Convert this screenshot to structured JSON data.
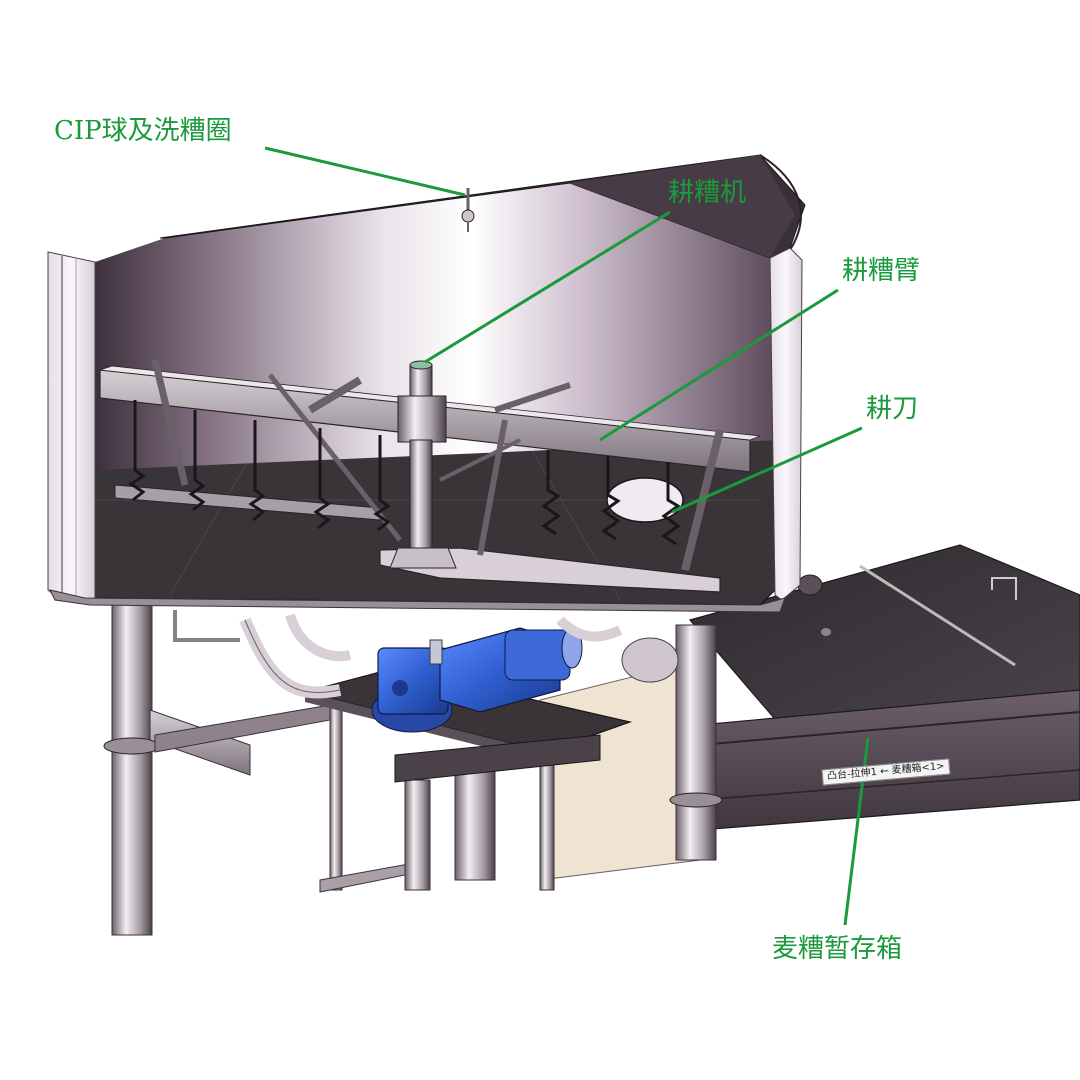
{
  "labels": {
    "cip": "CIP球及洗糟圈",
    "rake": "耕糟机",
    "arm": "耕糟臂",
    "knife": "耕刀",
    "tank": "麦糟暂存箱"
  },
  "drawing_tag": "凸台-拉伸1 ← 麦糟箱<1>",
  "colors": {
    "callout": "#1a9a3c",
    "motor": "#2f5fd0",
    "floor": "#3a3a3a",
    "vessel_wall": "#d8cfdc"
  }
}
